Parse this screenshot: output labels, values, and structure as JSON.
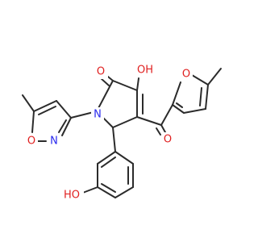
{
  "molecule": {
    "atoms": {
      "oh_top": "OH",
      "o_ketone": "O",
      "n_ring": "N",
      "o_isoxazole": "O",
      "n_isoxazole": "N",
      "o_furan": "O",
      "o_carbonyl": "O",
      "oh_bottom": "HO"
    },
    "colors": {
      "bond": "#2b2b2b",
      "oxygen": "#e02020",
      "nitrogen": "#2a2aee",
      "background": "#ffffff"
    }
  }
}
